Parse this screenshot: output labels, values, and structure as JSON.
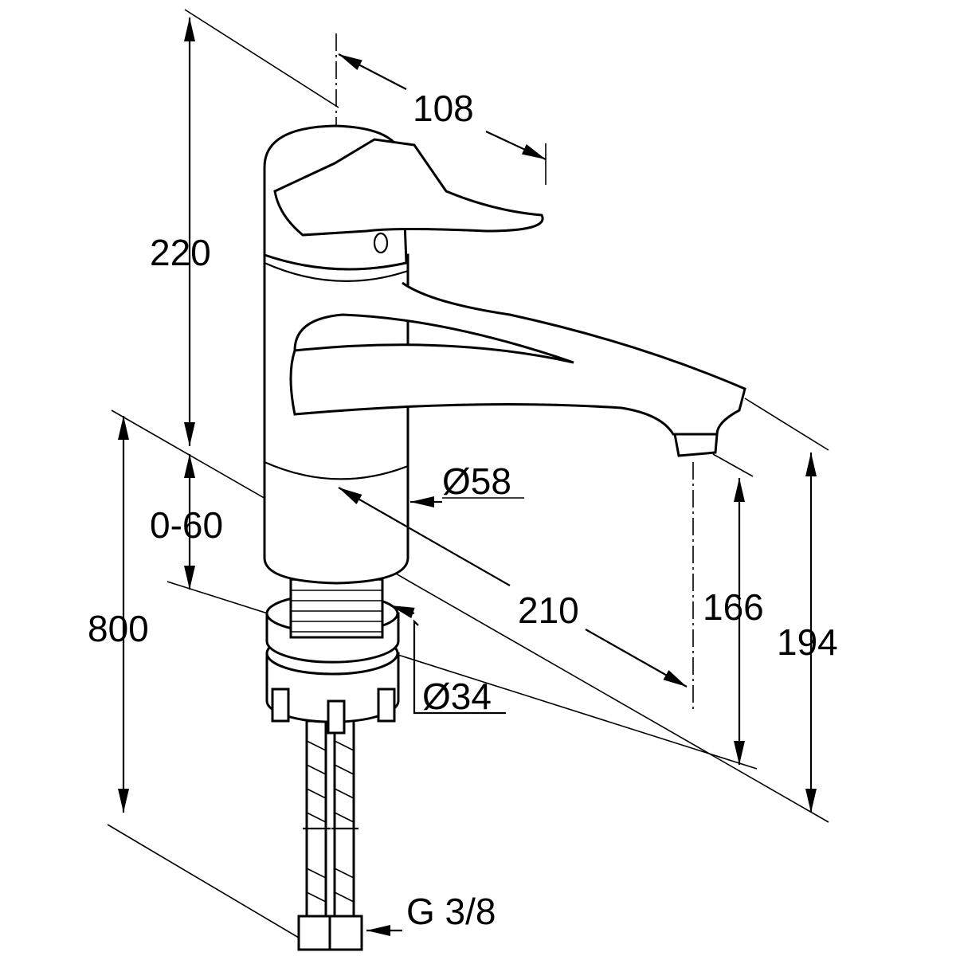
{
  "title": "Single-lever kitchen mixer dimension drawing",
  "dimensions": {
    "handle_reach": "108",
    "height_top": "220",
    "adjust_range": "0-60",
    "cabinet_height": "800",
    "body_diameter": "Ø58",
    "spout_reach": "210",
    "spout_height": "166",
    "total_spout_height": "194",
    "hole_diameter": "Ø34",
    "connection": "G 3/8"
  }
}
